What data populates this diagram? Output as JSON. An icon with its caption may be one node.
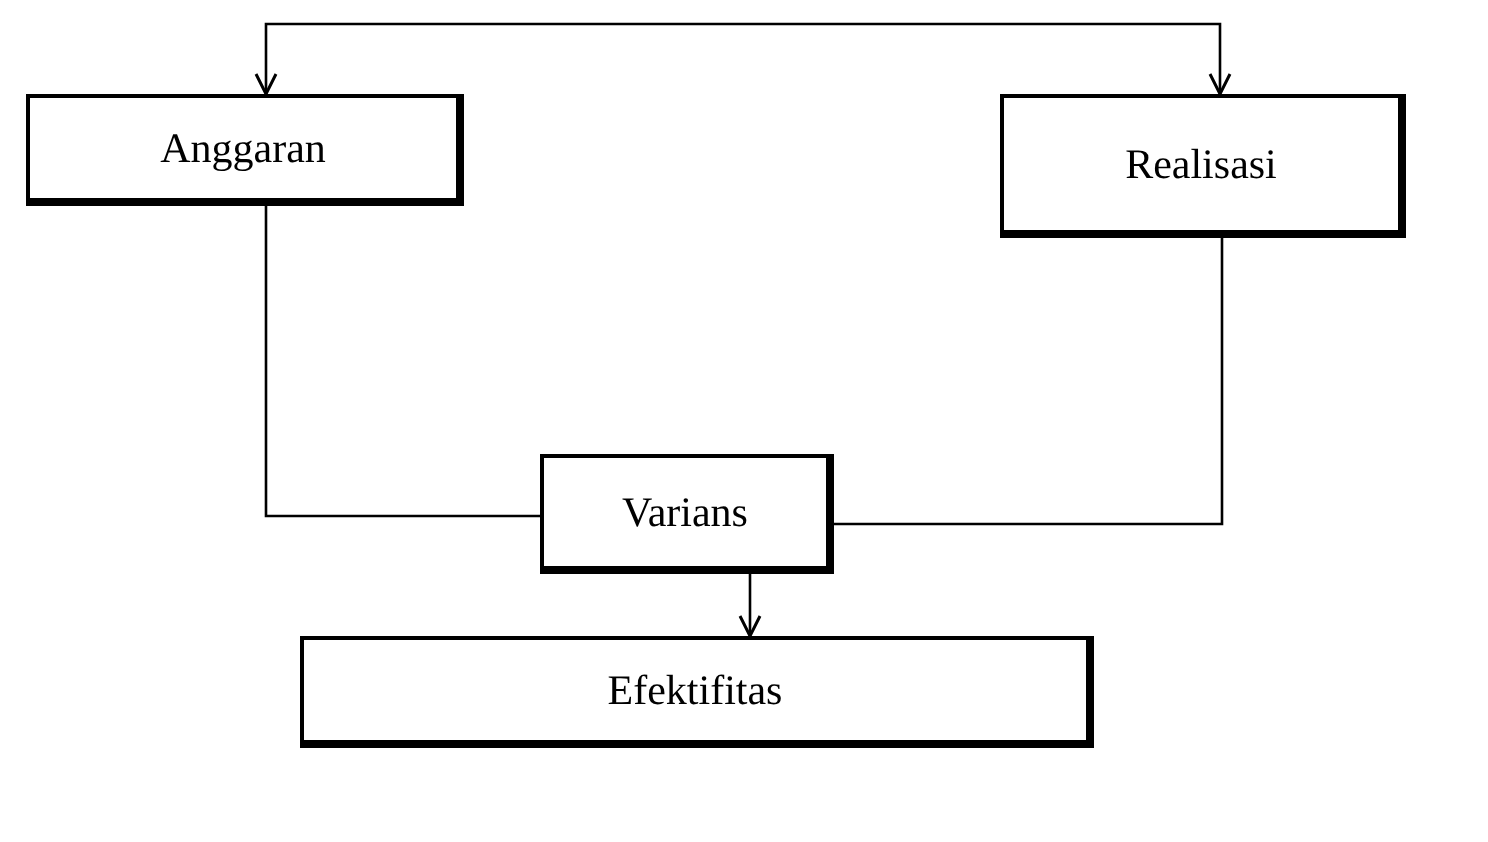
{
  "diagram": {
    "nodes": [
      {
        "text": [
          "Anggaran"
        ]
      },
      {
        "text": [
          "Realisasi"
        ]
      },
      {
        "text": [
          "Varians"
        ]
      },
      {
        "text": [
          "Efektifitas"
        ]
      }
    ],
    "edges": [
      {
        "from": 0,
        "to": 1,
        "arrow": "both"
      },
      {
        "from": 0,
        "to": 2,
        "arrow": "none"
      },
      {
        "from": 1,
        "to": 2,
        "arrow": "none"
      },
      {
        "from": 2,
        "to": 3,
        "arrow": "to"
      }
    ]
  }
}
